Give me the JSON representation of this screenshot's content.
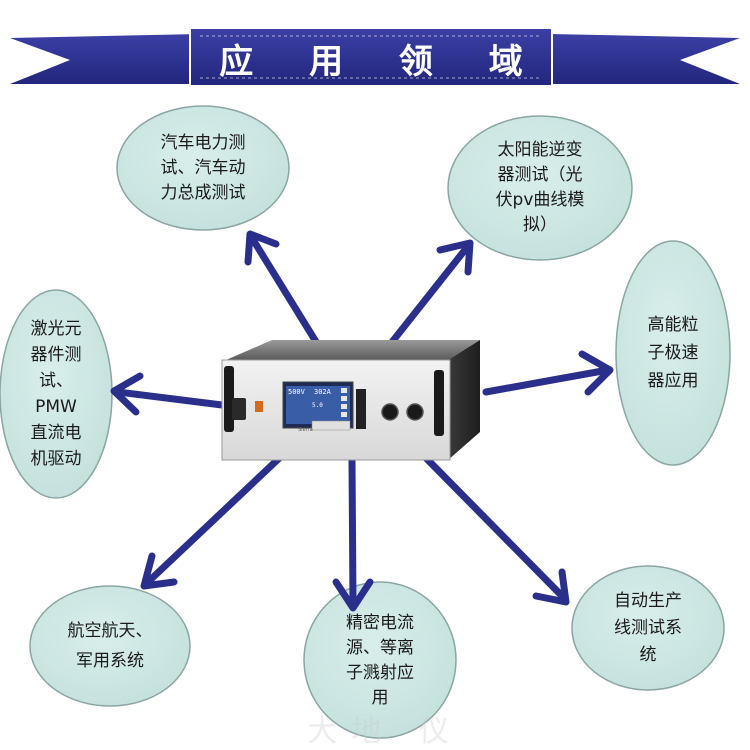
{
  "title": "应 用 领 域",
  "colors": {
    "banner": "#2e3192",
    "bubble_fill": "#cce7e4",
    "bubble_stroke": "#8aa5a3",
    "arrow": "#2b2f8c",
    "device_panel": "#e6e6e6",
    "lcd": "#3a5da8"
  },
  "applications": [
    {
      "label": "汽车电力测\n试、汽车动\n力总成测试"
    },
    {
      "label": "太阳能逆变\n器测试（光\n伏pv曲线模\n拟）"
    },
    {
      "label": "激光元\n器件测\n试、\nPMW\n直流电\n机驱动"
    },
    {
      "label": "高能粒\n子极速\n器应用"
    },
    {
      "label": "航空航天、\n军用系统"
    },
    {
      "label": "精密电流\n源、等离\n子溅射应\n用"
    },
    {
      "label": "自动生产\n线测试系\n统"
    }
  ],
  "device": {
    "display_left": "500V",
    "display_right": "302A",
    "display_sub": "5.0",
    "logo_text": "Sierra"
  },
  "watermark": "大地 仪"
}
